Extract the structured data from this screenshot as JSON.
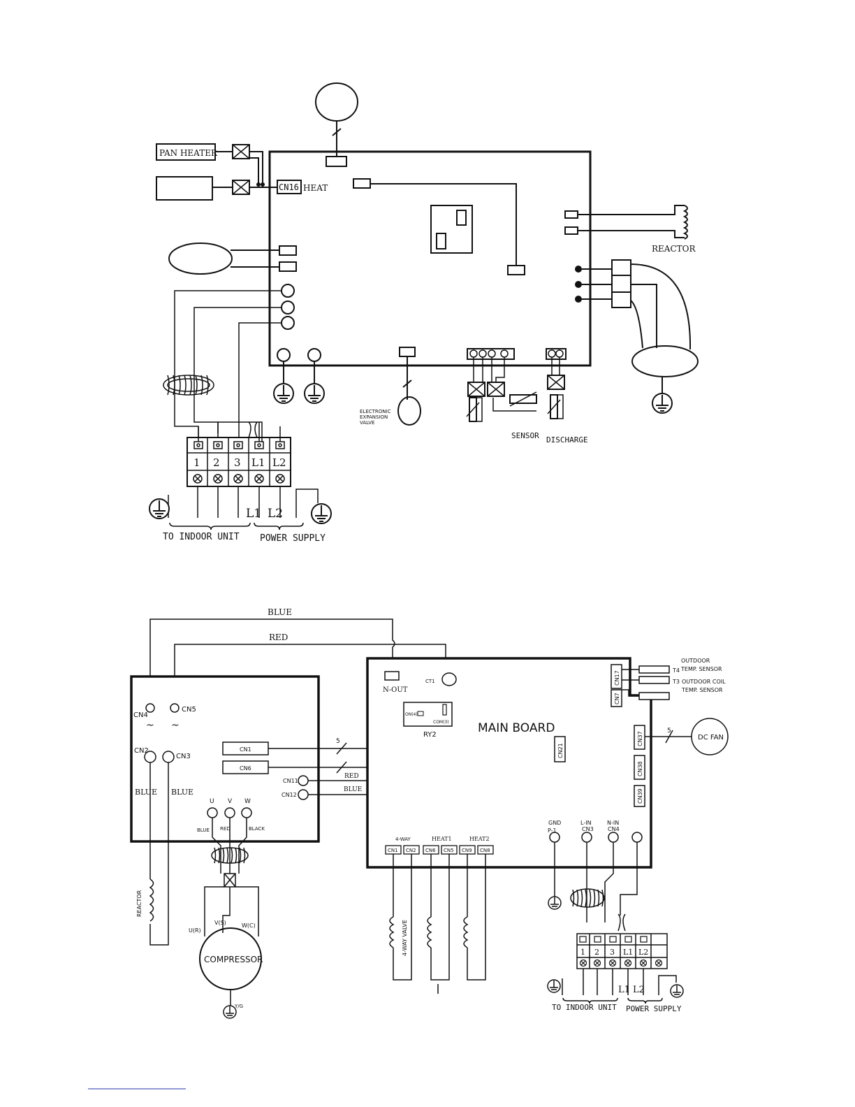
{
  "diagram_top": {
    "pan_heater": "PAN HEATER",
    "cn16": "CN16",
    "heat": "HEAT",
    "reactor": "REACTOR",
    "eev": [
      "ELECTRONIC",
      "EXPANSION",
      "VALVE"
    ],
    "sensor": "SENSOR",
    "discharge": "DISCHARGE",
    "terminals": [
      "1",
      "2",
      "3",
      "L1",
      "L2"
    ],
    "l1": "L1",
    "l2": "L2",
    "to_indoor": "TO INDOOR UNIT",
    "power_supply": "POWER SUPPLY"
  },
  "diagram_bottom": {
    "blue_top": "BLUE",
    "red_top": "RED",
    "cn4": "CN4",
    "cn5": "CN5",
    "cn2": "CN2",
    "cn3": "CN3",
    "blue_left1": "BLUE",
    "blue_left2": "BLUE",
    "cn1": "CN1",
    "cn6": "CN6",
    "cn11": "CN11",
    "cn12": "CN12",
    "u": "U",
    "v": "V",
    "w": "W",
    "blue_uvw": "BLUE",
    "red_uvw": "RED",
    "black_uvw": "BLACK",
    "reactor": "REACTOR",
    "compressor": "COMPRESSOR",
    "ur": "U(R)",
    "vs": "V(S)",
    "wc": "W(C)",
    "yg": "Y/G",
    "n_out": "N-OUT",
    "ct1": "CT1",
    "on4": "ON(4)",
    "com3": "COM(3)",
    "ry2": "RY2",
    "main_board": "MAIN BOARD",
    "five_a": "5",
    "five_b": "5",
    "red_mid": "RED",
    "blue_mid": "BLUE",
    "cn21": "CN21",
    "cn17": "CN17",
    "cn7": "CN7",
    "cn37": "CN37",
    "cn38": "CN38",
    "cn39": "CN39",
    "t4": "T4",
    "t3": "T3",
    "outdoor_temp": [
      "OUTDOOR",
      "TEMP. SENSOR"
    ],
    "outdoor_coil": [
      "OUTDOOR COIL",
      "TEMP. SENSOR"
    ],
    "dc_fan": "DC FAN",
    "four_way": "4-WAY",
    "heat1": "HEAT1",
    "heat2": "HEAT2",
    "cn1b": "CN1",
    "cn2b": "CN2",
    "cn6b": "CN6",
    "cn5b": "CN5",
    "cn9": "CN9",
    "cn8": "CN8",
    "four_way_valve": "4-WAY VALVE",
    "gnd": "GND",
    "p1": "P-1",
    "l_in": "L-IN",
    "cn3b": "CN3",
    "n_in": "N-IN",
    "cn4b": "CN4",
    "terminals": [
      "1",
      "2",
      "3",
      "L1",
      "L2",
      ""
    ],
    "l1": "L1",
    "l2": "L2",
    "to_indoor": "TO INDOOR UNIT",
    "power_supply": "POWER SUPPLY"
  }
}
